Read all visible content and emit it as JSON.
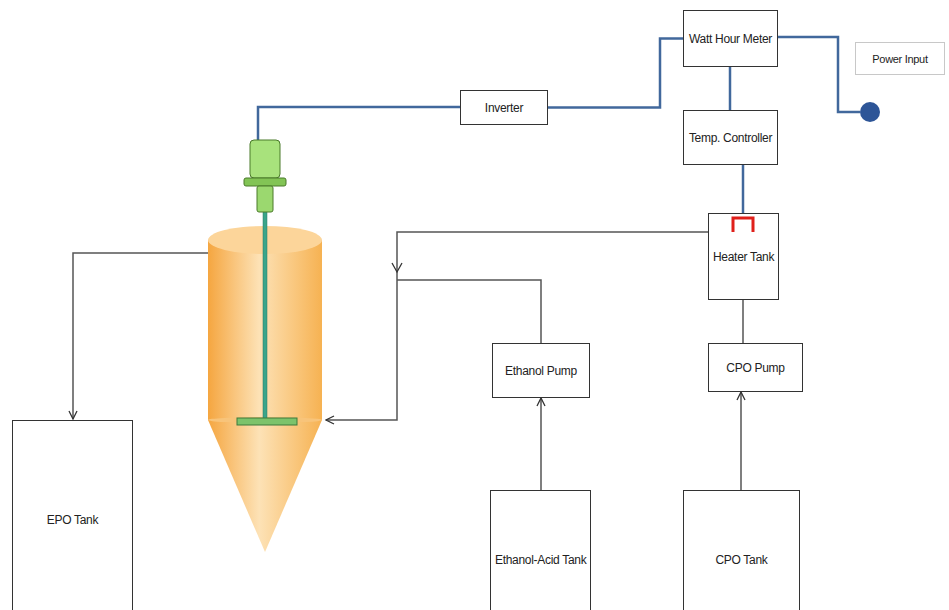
{
  "diagram": {
    "nodes": [
      {
        "text": [
          "Watt Hour Meter"
        ]
      },
      {
        "text": [
          "Power Input"
        ]
      },
      {
        "text": [
          "Inverter"
        ]
      },
      {
        "text": [
          "Temp. Controller"
        ]
      },
      {
        "text": [
          "Heater Tank"
        ]
      },
      {
        "text": [
          "Ethanol Pump"
        ]
      },
      {
        "text": [
          "CPO Pump"
        ]
      },
      {
        "text": [
          "EPO Tank"
        ]
      },
      {
        "text": [
          "Ethanol-Acid Tank"
        ]
      },
      {
        "text": [
          "CPO Tank"
        ]
      }
    ],
    "edges": [
      {
        "from": 0,
        "to": 2,
        "arrow": "none"
      },
      {
        "from": 0,
        "to": 3,
        "arrow": "none"
      },
      {
        "from": 3,
        "to": 4,
        "arrow": "none"
      },
      {
        "from": 4,
        "to": 6,
        "arrow": "none"
      },
      {
        "from": 9,
        "to": 6,
        "arrow": "to"
      },
      {
        "from": 8,
        "to": 5,
        "arrow": "to"
      }
    ]
  }
}
